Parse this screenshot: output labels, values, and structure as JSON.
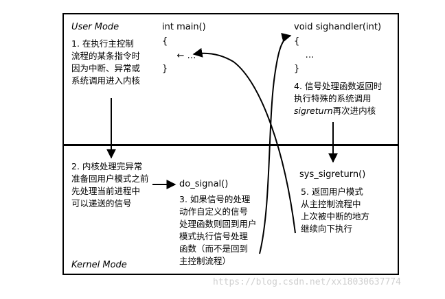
{
  "user_mode": "User Mode",
  "kernel_mode": "Kernel Mode",
  "main_code": [
    "int main()",
    "{",
    "    ← …",
    "}"
  ],
  "handler_code": [
    "void sighandler(int)",
    "{",
    "    …",
    "}"
  ],
  "step1": [
    "1. 在执行主控制",
    "流程的某条指令时",
    "因为中断、异常或",
    "系统调用进入内核"
  ],
  "step2": [
    "2. 内核处理完异常",
    "准备回用户模式之前",
    "先处理当前进程中",
    "可以递送的信号"
  ],
  "do_signal": "do_signal()",
  "step3": [
    "3. 如果信号的处理",
    "动作自定义的信号",
    "处理函数则回到用户",
    "模式执行信号处理",
    "函数（而不是回到",
    "主控制流程）"
  ],
  "step4_lines": [
    "4. 信号处理函数返回时",
    "执行特殊的系统调用"
  ],
  "step4_italic": "sigreturn",
  "step4_rest": "再次进内核",
  "sys_sigreturn": "sys_sigreturn()",
  "step5": [
    "5. 返回用户模式",
    "从主控制流程中",
    "上次被中断的地方",
    "继续向下执行"
  ],
  "watermark": "https://blog.csdn.net/xx18030637774"
}
